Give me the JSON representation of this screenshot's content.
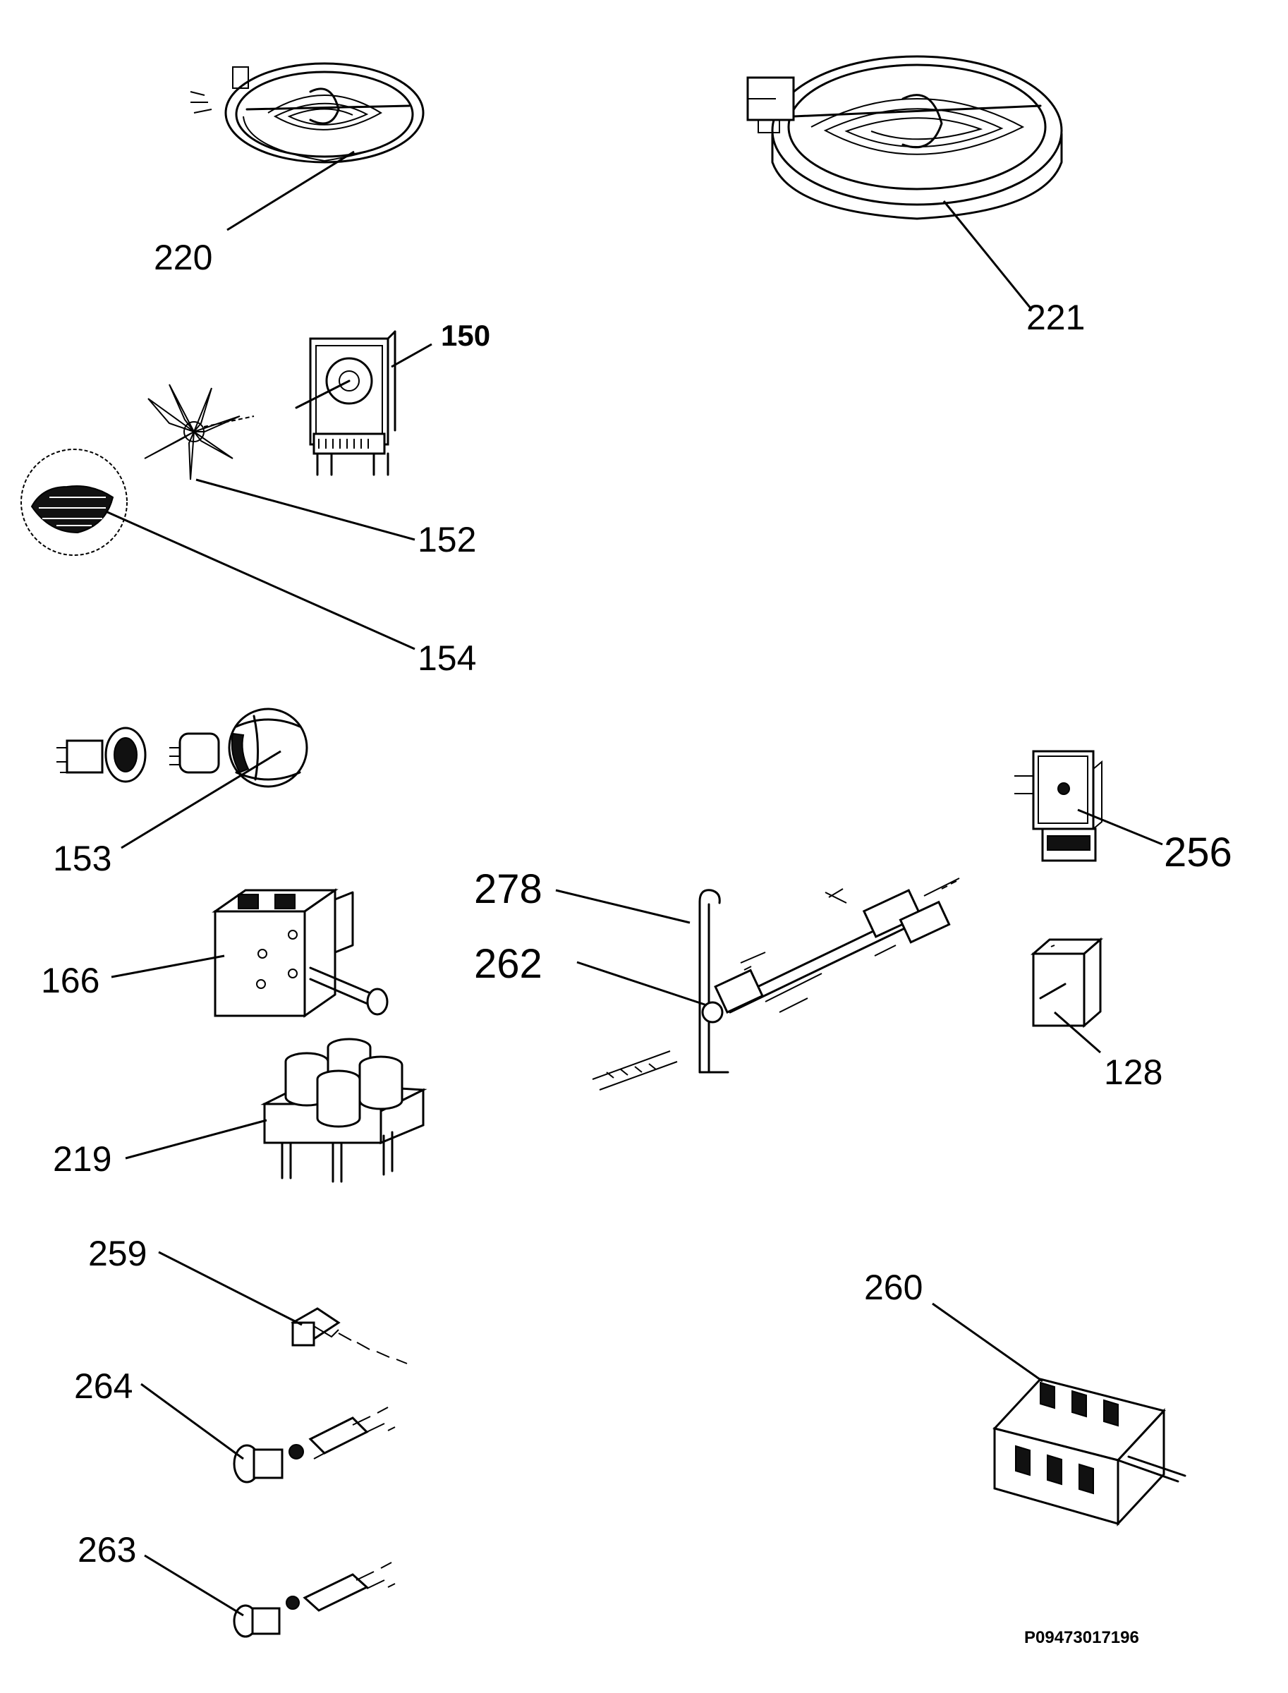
{
  "parts": [
    {
      "key": "p220",
      "number": "220"
    },
    {
      "key": "p221",
      "number": "221"
    },
    {
      "key": "p150",
      "number": "150"
    },
    {
      "key": "p152",
      "number": "152"
    },
    {
      "key": "p154",
      "number": "154"
    },
    {
      "key": "p153",
      "number": "153"
    },
    {
      "key": "p256",
      "number": "256"
    },
    {
      "key": "p278",
      "number": "278"
    },
    {
      "key": "p262",
      "number": "262"
    },
    {
      "key": "p166",
      "number": "166"
    },
    {
      "key": "p128",
      "number": "128"
    },
    {
      "key": "p219",
      "number": "219"
    },
    {
      "key": "p259",
      "number": "259"
    },
    {
      "key": "p260",
      "number": "260"
    },
    {
      "key": "p264",
      "number": "264"
    },
    {
      "key": "p263",
      "number": "263"
    }
  ],
  "reference_code": "P09473017196"
}
